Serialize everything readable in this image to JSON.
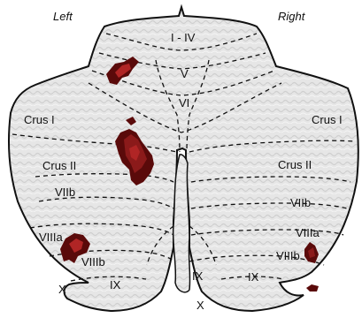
{
  "hemisphere_labels": {
    "left": "Left",
    "right": "Right"
  },
  "lobule_labels": {
    "i_iv": "I - IV",
    "v": "V",
    "vi": "VI",
    "crus_i_left": "Crus I",
    "crus_i_right": "Crus I",
    "crus_ii_left": "Crus II",
    "crus_ii_right": "Crus II",
    "viib_left": "VIIb",
    "viib_right": "VIIb",
    "viiia_left": "VIIIa",
    "viiia_right": "VIIIa",
    "viiib_left": "VIIIb",
    "viiib_right": "VIIIb",
    "ix_left": "IX",
    "ix_mid": "IX",
    "ix_right": "IX",
    "x_left": "X",
    "x_mid": "X"
  },
  "colors": {
    "background": "#ffffff",
    "cortex_fill": "#e6e6e6",
    "outline": "#111111",
    "boundary_dash": "#111111",
    "activation_dark": "#5a0a0a",
    "activation_mid": "#8b1a1a",
    "activation_bright": "#b02525"
  }
}
